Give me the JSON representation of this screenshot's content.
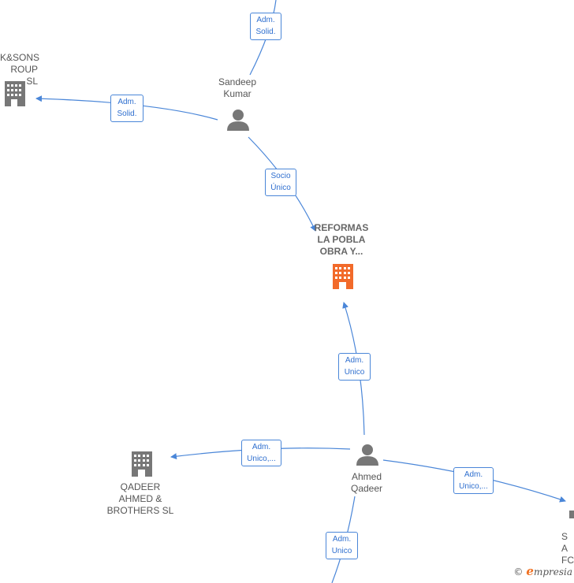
{
  "colors": {
    "edge": "#4a86d8",
    "person": "#777777",
    "company": "#777777",
    "highlight": "#f26a2a"
  },
  "nodes": {
    "kandsons": {
      "label": "K&SONS\nROUP  SL",
      "icon": "building-icon"
    },
    "sandeep": {
      "label": "Sandeep\nKumar",
      "icon": "person-icon"
    },
    "reformas": {
      "label": "REFORMAS\nLA POBLA\nOBRA Y...",
      "icon": "building-icon"
    },
    "ahmed": {
      "label": "Ahmed\nQadeer",
      "icon": "person-icon"
    },
    "qadeer_brothers": {
      "label": "QADEER\nAHMED &\nBROTHERS  SL",
      "icon": "building-icon"
    },
    "right_company": {
      "label": "S\nA\nFC",
      "icon": "building-icon"
    }
  },
  "edges": {
    "top_to_sandeep": "Adm.\nSolid.",
    "sandeep_to_kandsons": "Adm.\nSolid.",
    "sandeep_to_reformas": "Socio\nÚnico",
    "ahmed_to_reformas": "Adm.\nUnico",
    "ahmed_to_qadeer": "Adm.\nUnico,...",
    "ahmed_to_right": "Adm.\nUnico,...",
    "bottom_to_ahmed": "Adm.\nUnico"
  },
  "watermark": {
    "copyright": "©",
    "brand_initial": "e",
    "brand_rest": "mpresia"
  }
}
